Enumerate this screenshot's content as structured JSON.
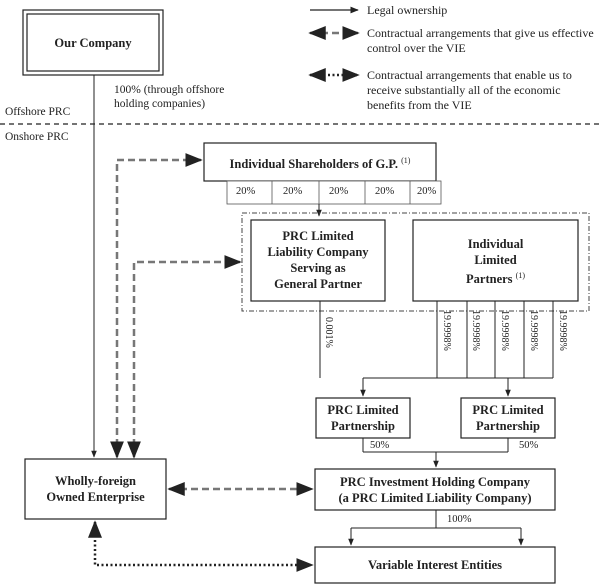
{
  "legend": {
    "legal": "Legal ownership",
    "control": "Contractual arrangements that give us effective control over the VIE",
    "benefit": "Contractual arrangements that enable us to receive substantially all of the economic benefits from the VIE"
  },
  "regions": {
    "offshore": "Offshore PRC",
    "onshore": "Onshore PRC"
  },
  "boxes": {
    "our_company": "Our Company",
    "individual_shareholders": "Individual Shareholders of G.P.",
    "individual_shareholders_note": "(1)",
    "gp_line1": "PRC Limited",
    "gp_line2": "Liability Company",
    "gp_line3": "Serving as",
    "gp_line4": "General Partner",
    "ilp_line1": "Individual",
    "ilp_line2": "Limited",
    "ilp_line3": "Partners",
    "ilp_note": "(1)",
    "lp_left_line1": "PRC Limited",
    "lp_left_line2": "Partnership",
    "lp_right_line1": "PRC Limited",
    "lp_right_line2": "Partnership",
    "wfoe_line1": "Wholly-foreign",
    "wfoe_line2": "Owned Enterprise",
    "holding_line1": "PRC Investment Holding Company",
    "holding_line2": "(a PRC Limited Liability Company)",
    "vie": "Variable Interest Entities"
  },
  "labels": {
    "ownership_note_line1": "100% (through offshore",
    "ownership_note_line2": "holding companies)",
    "shareholder_pcts": [
      "20%",
      "20%",
      "20%",
      "20%",
      "20%"
    ],
    "gp_pct": "0.001%",
    "lp_pcts": [
      "19.9998%",
      "19.9998%",
      "19.9998%",
      "19.9998%",
      "19.9998%"
    ],
    "lp_left_pct": "50%",
    "lp_right_pct": "50%",
    "holding_pct": "100%"
  }
}
